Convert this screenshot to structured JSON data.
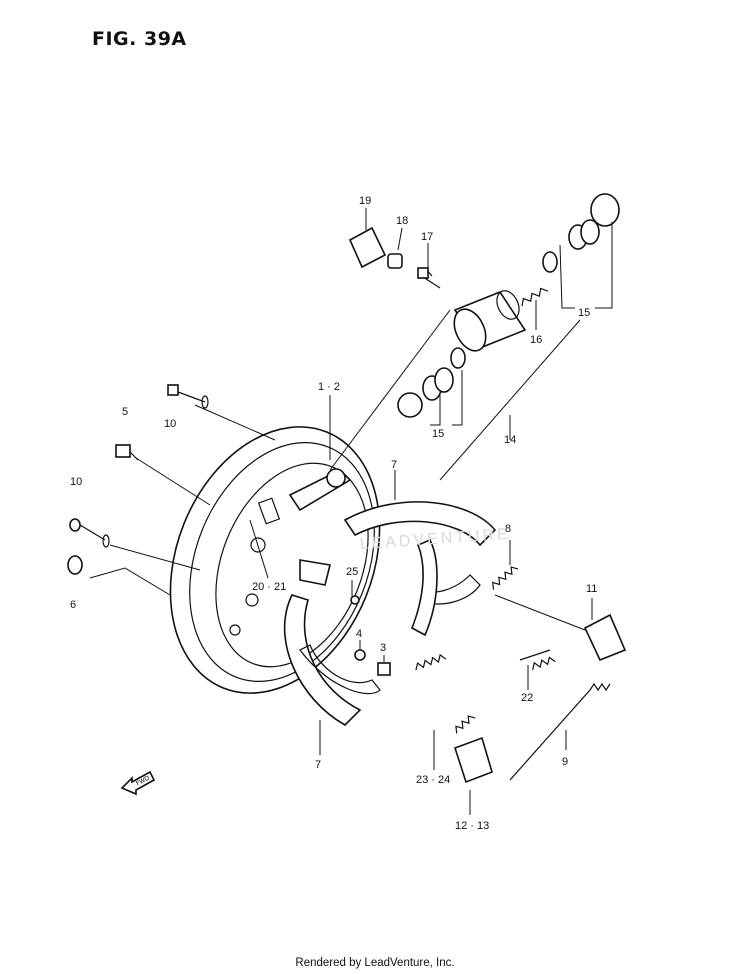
{
  "figure": {
    "title": "FIG. 39A"
  },
  "callouts": [
    {
      "id": "c19",
      "text": "19"
    },
    {
      "id": "c18",
      "text": "18"
    },
    {
      "id": "c17",
      "text": "17"
    },
    {
      "id": "c16",
      "text": "16"
    },
    {
      "id": "c15a",
      "text": "15"
    },
    {
      "id": "c15b",
      "text": "15"
    },
    {
      "id": "c14",
      "text": "14"
    },
    {
      "id": "c12",
      "text": "1 · 2"
    },
    {
      "id": "c5",
      "text": "5"
    },
    {
      "id": "c10a",
      "text": "10"
    },
    {
      "id": "c10b",
      "text": "10"
    },
    {
      "id": "c6",
      "text": "6"
    },
    {
      "id": "c7a",
      "text": "7"
    },
    {
      "id": "c7b",
      "text": "7"
    },
    {
      "id": "c8",
      "text": "8"
    },
    {
      "id": "c2021",
      "text": "20 · 21"
    },
    {
      "id": "c25",
      "text": "25"
    },
    {
      "id": "c4",
      "text": "4"
    },
    {
      "id": "c3",
      "text": "3"
    },
    {
      "id": "c11",
      "text": "11"
    },
    {
      "id": "c22",
      "text": "22"
    },
    {
      "id": "c9",
      "text": "9"
    },
    {
      "id": "c2324",
      "text": "23 · 24"
    },
    {
      "id": "c1213",
      "text": "12 · 13"
    }
  ],
  "front_arrow": {
    "text": "FWD",
    "icon": "front-direction-arrow"
  },
  "watermark": {
    "text": "LEADVENTURE"
  },
  "footer": {
    "text": "Rendered by LeadVenture, Inc."
  }
}
